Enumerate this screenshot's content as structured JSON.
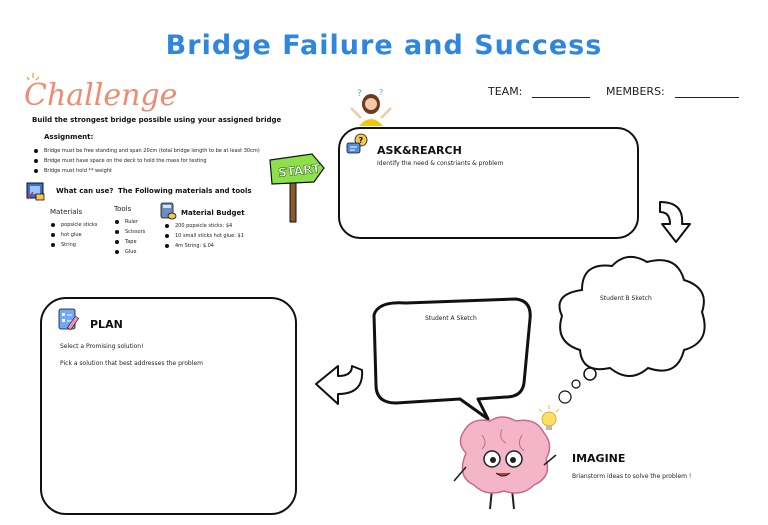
{
  "title": "Bridge Failure and Success",
  "challenge": {
    "heading": "Challenge",
    "goal": "Build the strongest bridge possible using your assigned bridge",
    "assignment_label": "Assignment:",
    "requirements": [
      "Bridge must be free standing and span 20cm (total bridge length to be at least 30cm)",
      "Bridge must have space on the deck to hold the mass for testing",
      "Bridge must hold ** weight"
    ],
    "what_can_use": "What can use?",
    "following_label": "The Following materials and tools",
    "materials_label": "Materials",
    "materials": [
      "popsicle sticks",
      "hot glue",
      "String"
    ],
    "tools_label": "Tools",
    "tools": [
      "Ruler",
      "Scissors",
      "Tape",
      "Glue"
    ],
    "budget_label": "Material Budget",
    "budget": [
      "200 popsicle sticks: $4",
      "10 small sticks hot glue: $1",
      "4m String: $.04"
    ]
  },
  "team": {
    "team_label": "TEAM:",
    "members_label": "MEMBERS:"
  },
  "start_sign": "START",
  "ask": {
    "title": "ASK&REARCH",
    "text": "Identify the need & constriants & problem"
  },
  "student_a": "Student A Sketch",
  "student_b": "Student B Sketch",
  "plan": {
    "title": "PLAN",
    "line1": "Select a Promising solution!",
    "line2": "Pick a solution that best addresses the problem"
  },
  "imagine": {
    "title": "IMAGINE",
    "text": "Brianstorm ideas to solve the problem !"
  },
  "colors": {
    "title": "#2e86de",
    "challenge": "#f08a70",
    "sign": "#8ee04a",
    "brain": "#f5b5c8"
  }
}
